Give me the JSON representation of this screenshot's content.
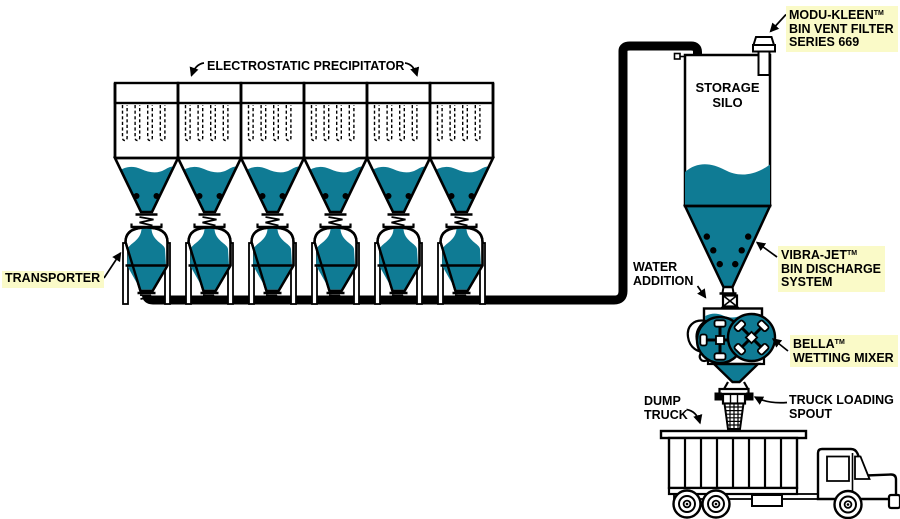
{
  "colors": {
    "material": "#0f7b94",
    "label_highlight": "#fafac8",
    "line": "#000000"
  },
  "labels": {
    "modu_kleen": {
      "name": "MODU-KLEEN",
      "tm": "TM",
      "line2": "BIN VENT FILTER",
      "line3": "SERIES 669"
    },
    "esp": {
      "text": "ELECTROSTATIC PRECIPITATOR"
    },
    "transporter": {
      "text": "TRANSPORTER"
    },
    "storage_silo": {
      "line1": "STORAGE",
      "line2": "SILO"
    },
    "water_addition": {
      "line1": "WATER",
      "line2": "ADDITION"
    },
    "vibra_jet": {
      "name": "VIBRA-JET",
      "tm": "TM",
      "line2": "BIN DISCHARGE",
      "line3": "SYSTEM"
    },
    "bella": {
      "name": "BELLA",
      "tm": "TM",
      "line2": "WETTING MIXER"
    },
    "truck_loading_spout": {
      "line1": "TRUCK LOADING",
      "line2": "SPOUT"
    },
    "dump_truck": {
      "line1": "DUMP",
      "line2": "TRUCK"
    }
  },
  "diagram": {
    "esp_section_count": 6,
    "plates_per_section": 4,
    "hopper_dots_per_section": 2,
    "transporter_count": 6,
    "silo_aerator_dots_per_side": 3,
    "truck_bed_slat_count": 7,
    "wheel_count": 3,
    "bellows_rows": 6,
    "bellows_columns": 3
  }
}
